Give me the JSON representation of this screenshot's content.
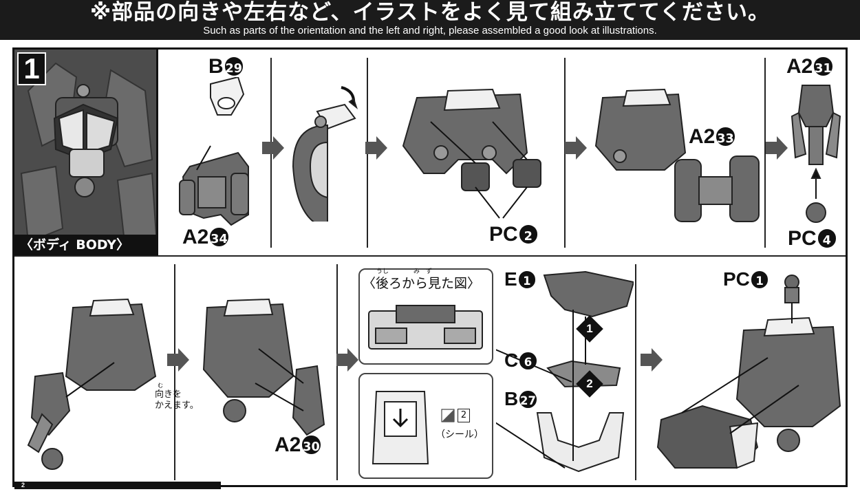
{
  "header": {
    "jp": "※部品の向きや左右など、イラストをよく見て組み立ててください。",
    "en": "Such as parts of the orientation and the left and right, please assembled a good look at illustrations."
  },
  "step": {
    "number": "1",
    "body_label": "〈ボディ BODY〉"
  },
  "row1": {
    "b29": {
      "prefix": "B",
      "num": "29"
    },
    "a2_34": {
      "prefix": "A2",
      "num": "34"
    },
    "pc2": {
      "prefix": "PC",
      "num": "2"
    },
    "a2_33": {
      "prefix": "A2",
      "num": "33"
    },
    "a2_31": {
      "prefix": "A2",
      "num": "31"
    },
    "pc4": {
      "prefix": "PC",
      "num": "4"
    }
  },
  "row2": {
    "turn_note_line1": "向きを",
    "turn_note_line2": "かえます。",
    "turn_ruby": "む",
    "a2_30": {
      "prefix": "A2",
      "num": "30"
    },
    "back_view": "〈後ろから見た図〉",
    "back_ruby": "うし　　　　み　ず",
    "e1": {
      "prefix": "E",
      "num": "1"
    },
    "c6": {
      "prefix": "C",
      "num": "6"
    },
    "b27": {
      "prefix": "B",
      "num": "27"
    },
    "step1": "1",
    "step2": "2",
    "sticker_num": "2",
    "sticker": "（シール）",
    "pc1": {
      "prefix": "PC",
      "num": "1"
    }
  },
  "next_step": "2",
  "colors": {
    "header_bg": "#1b1b1b",
    "part_dark": "#5a5a5a",
    "part_light": "#e6e6e6"
  }
}
